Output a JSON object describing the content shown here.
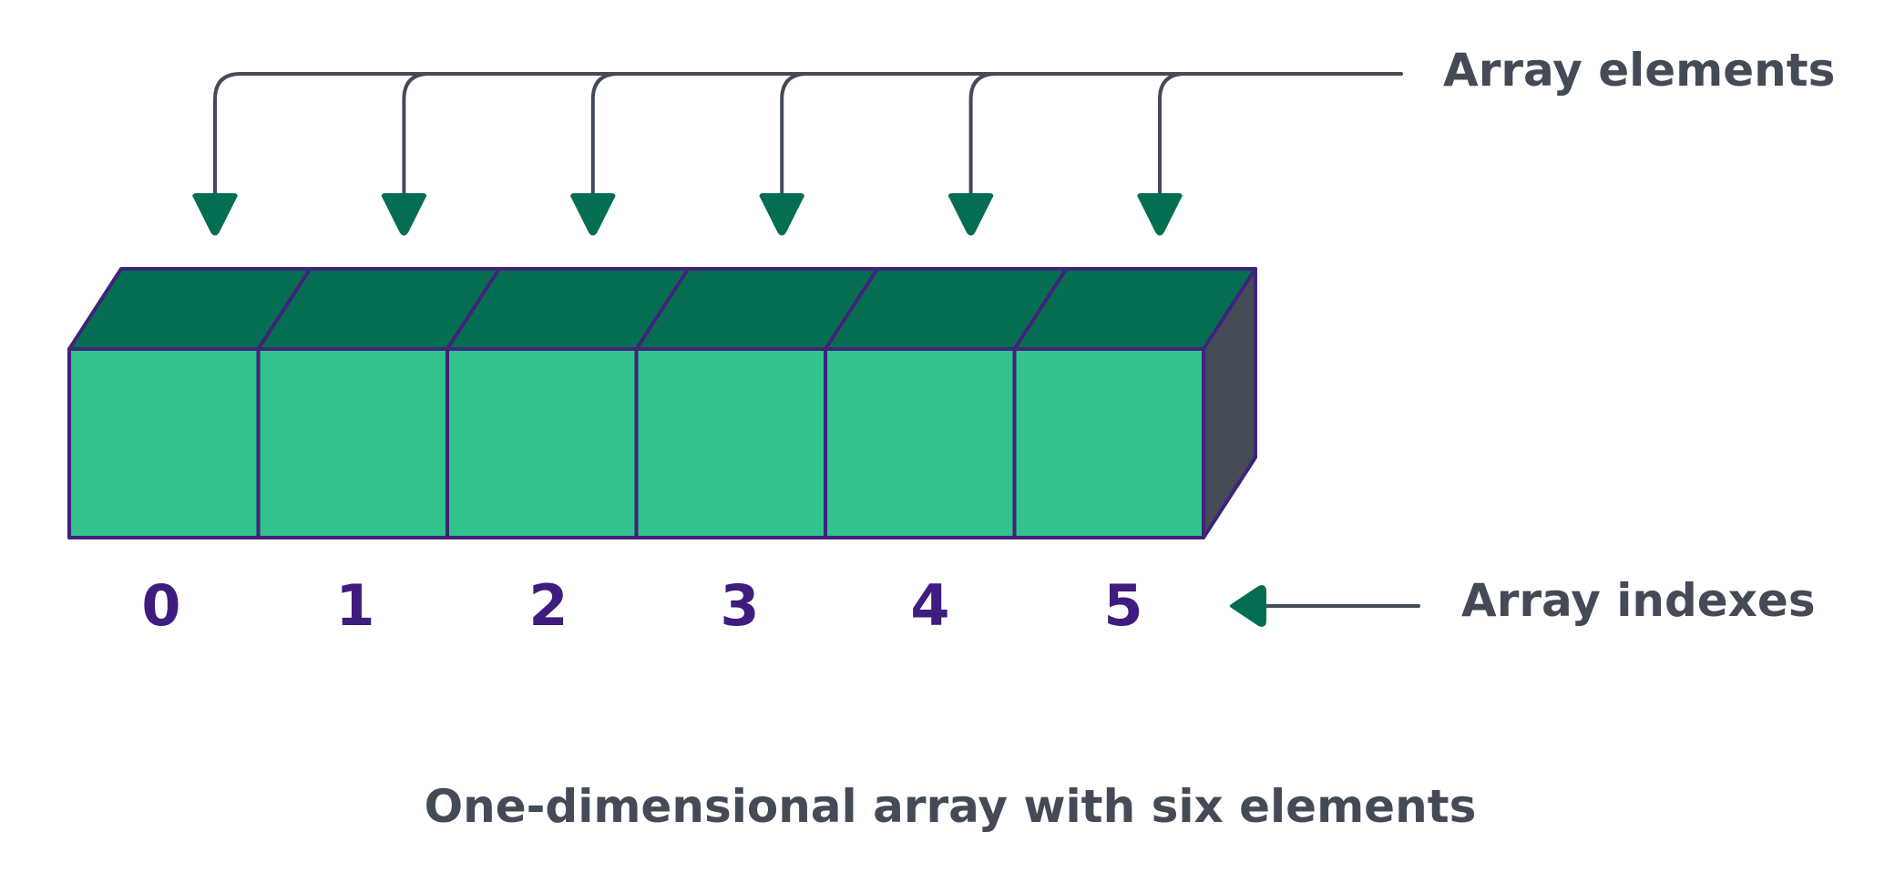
{
  "labels": {
    "elements": "Array elements",
    "indexes": "Array indexes",
    "caption": "One-dimensional array with six elements"
  },
  "array": {
    "indexes": [
      "0",
      "1",
      "2",
      "3",
      "4",
      "5"
    ]
  },
  "colors": {
    "front": "#30c38b",
    "top": "#056e52",
    "side": "#454a57",
    "outline": "#3f2378",
    "index_text": "#3f1d7f",
    "label_text": "#454a57",
    "arrow_head": "#056e52",
    "connector_line": "#454a57"
  }
}
